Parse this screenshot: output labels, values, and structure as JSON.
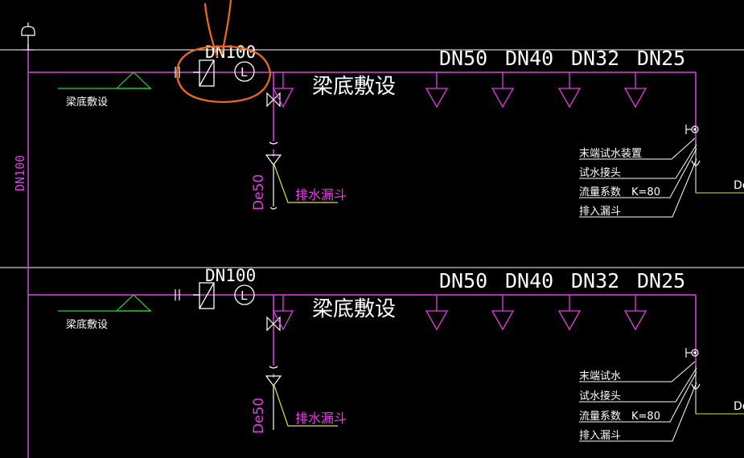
{
  "colors": {
    "background": "#000000",
    "pipe": "#e040e0",
    "floor_line": "#ffffff",
    "support": "#30d030",
    "leader": "#ffffff",
    "drain_leader": "#e0e040",
    "markup": "#f26a22"
  },
  "vertical_riser": {
    "label": "DN100"
  },
  "floors": [
    {
      "id": "upper",
      "main_size": "DN100",
      "branch_sizes": [
        "DN50",
        "DN40",
        "DN32",
        "DN25"
      ],
      "beam_note": "梁底敷设",
      "support_label": "梁底敷设",
      "drain_size": "De50",
      "drain_label": "排水漏斗",
      "end_labels": [
        "末端试水装置",
        "试水接头",
        "流量系数　K=80",
        "排入漏斗"
      ],
      "outlet_label": "De",
      "has_markup": true
    },
    {
      "id": "lower",
      "main_size": "DN100",
      "branch_sizes": [
        "DN50",
        "DN40",
        "DN32",
        "DN25"
      ],
      "beam_note": "梁底敷设",
      "support_label": "梁底敷设",
      "drain_size": "De50",
      "drain_label": "排水漏斗",
      "end_labels": [
        "末端试水",
        "试水接头",
        "流量系数　K=80",
        "排入漏斗"
      ],
      "outlet_label": "De",
      "has_markup": false
    }
  ]
}
